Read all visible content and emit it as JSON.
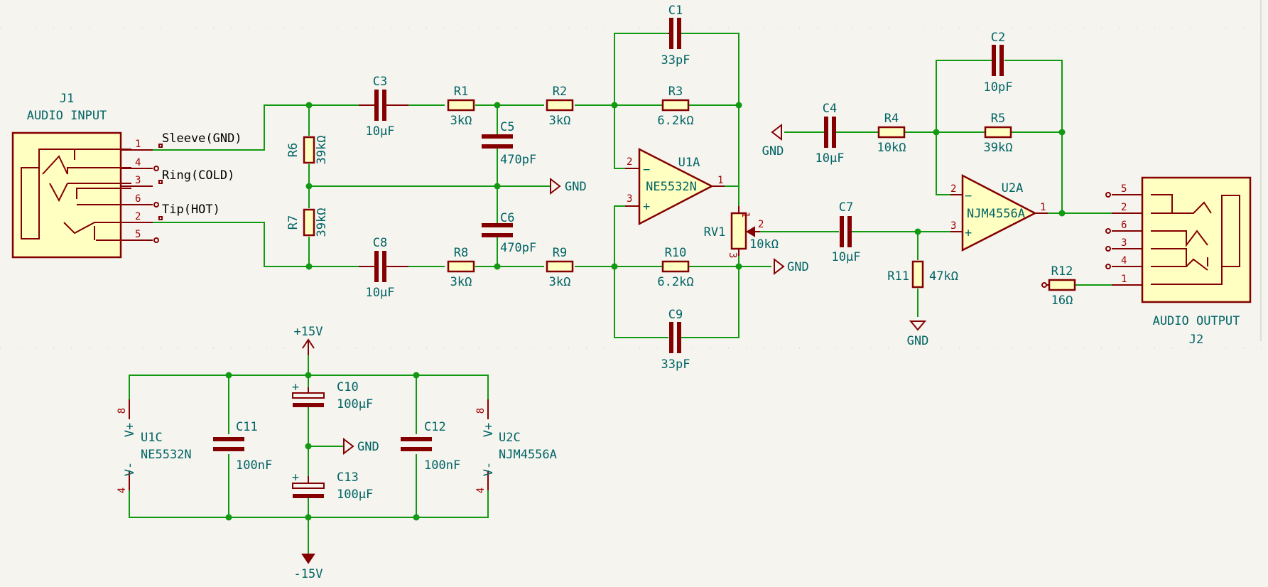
{
  "connectors": {
    "j1": {
      "ref": "J1",
      "value": "AUDIO INPUT",
      "pins": [
        "1",
        "4",
        "3",
        "6",
        "2",
        "5"
      ],
      "labels": {
        "sleeve": "Sleeve(GND)",
        "ring": "Ring(COLD)",
        "tip": "Tip(HOT)"
      }
    },
    "j2": {
      "ref": "J2",
      "value": "AUDIO OUTPUT",
      "pins": [
        "5",
        "2",
        "6",
        "3",
        "4",
        "1"
      ]
    }
  },
  "parts": {
    "c1": {
      "ref": "C1",
      "value": "33pF"
    },
    "c2": {
      "ref": "C2",
      "value": "10pF"
    },
    "c3": {
      "ref": "C3",
      "value": "10µF"
    },
    "c4": {
      "ref": "C4",
      "value": "10µF"
    },
    "c5": {
      "ref": "C5",
      "value": "470pF"
    },
    "c6": {
      "ref": "C6",
      "value": "470pF"
    },
    "c7": {
      "ref": "C7",
      "value": "10µF"
    },
    "c8": {
      "ref": "C8",
      "value": "10µF"
    },
    "c9": {
      "ref": "C9",
      "value": "33pF"
    },
    "c10": {
      "ref": "C10",
      "value": "100µF"
    },
    "c11": {
      "ref": "C11",
      "value": "100nF"
    },
    "c12": {
      "ref": "C12",
      "value": "100nF"
    },
    "c13": {
      "ref": "C13",
      "value": "100µF"
    },
    "r1": {
      "ref": "R1",
      "value": "3kΩ"
    },
    "r2": {
      "ref": "R2",
      "value": "3kΩ"
    },
    "r3": {
      "ref": "R3",
      "value": "6.2kΩ"
    },
    "r4": {
      "ref": "R4",
      "value": "10kΩ"
    },
    "r5": {
      "ref": "R5",
      "value": "39kΩ"
    },
    "r6": {
      "ref": "R6",
      "value": "39kΩ"
    },
    "r7": {
      "ref": "R7",
      "value": "39kΩ"
    },
    "r8": {
      "ref": "R8",
      "value": "3kΩ"
    },
    "r9": {
      "ref": "R9",
      "value": "3kΩ"
    },
    "r10": {
      "ref": "R10",
      "value": "6.2kΩ"
    },
    "r11": {
      "ref": "R11",
      "value": "47kΩ"
    },
    "r12": {
      "ref": "R12",
      "value": "16Ω"
    },
    "rv1": {
      "ref": "RV1",
      "value": "10kΩ",
      "pins": [
        "1",
        "2",
        "3"
      ]
    },
    "u1a": {
      "ref": "U1A",
      "value": "NE5532N",
      "pins": [
        "2",
        "3",
        "1"
      ],
      "minus": "−",
      "plus": "+"
    },
    "u2a": {
      "ref": "U2A",
      "value": "NJM4556A",
      "pins": [
        "2",
        "3",
        "1"
      ],
      "minus": "−",
      "plus": "+"
    },
    "u1c": {
      "ref": "U1C",
      "value": "NE5532N",
      "vplus": "V+",
      "vminus": "V-",
      "pin_top": "8",
      "pin_bot": "4"
    },
    "u2c": {
      "ref": "U2C",
      "value": "NJM4556A",
      "vplus": "V+",
      "vminus": "V-",
      "pin_top": "8",
      "pin_bot": "4"
    },
    "c10_plus": "+",
    "c13_plus": "+"
  },
  "power": {
    "gnd": "GND",
    "vpos": "+15V",
    "vneg": "-15V"
  }
}
